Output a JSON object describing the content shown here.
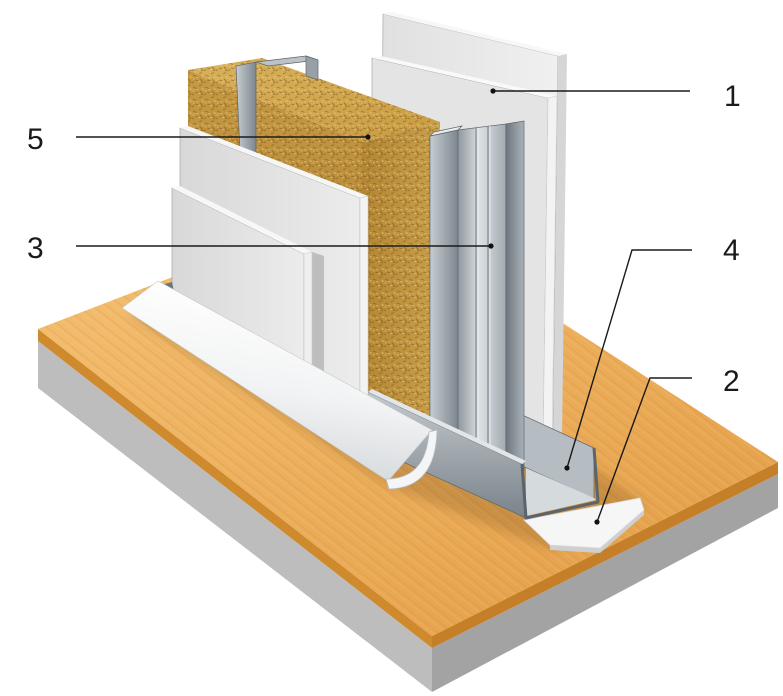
{
  "callouts": [
    {
      "label": "1"
    },
    {
      "label": "2"
    },
    {
      "label": "3"
    },
    {
      "label": "4"
    },
    {
      "label": "5"
    }
  ],
  "colors": {
    "label": "#1a1a1a",
    "concrete_left": "#bdbdbd",
    "concrete_right": "#a3a3a3",
    "wood_edge": "#d08a2e",
    "tape": "#f6f6f6"
  }
}
